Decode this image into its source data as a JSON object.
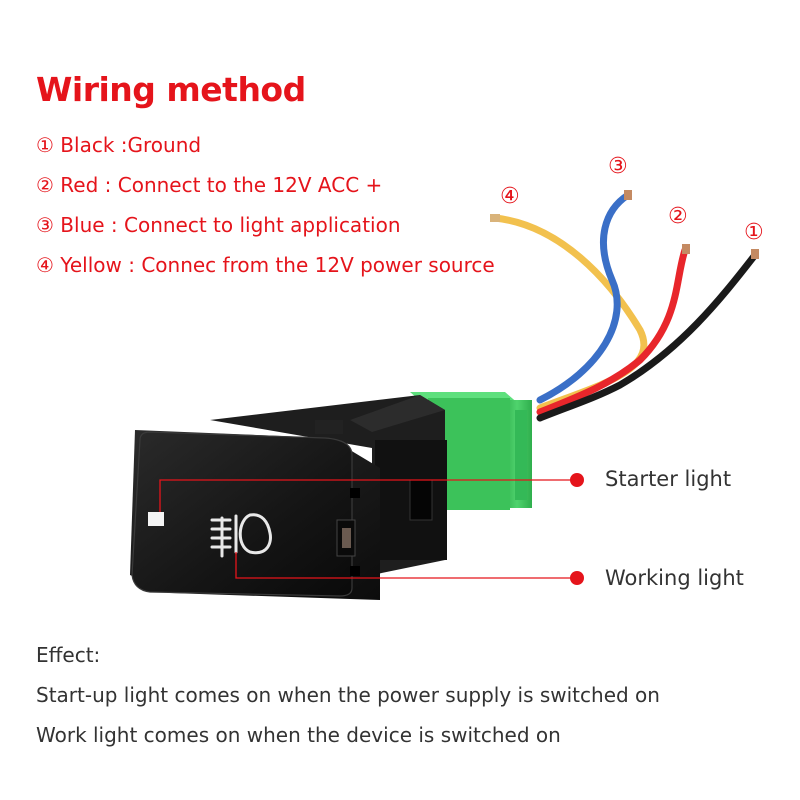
{
  "title": "Wiring method",
  "legend": [
    {
      "num": "①",
      "text": "Black :Ground"
    },
    {
      "num": "②",
      "text": "Red : Connect to the 12V ACC +"
    },
    {
      "num": "③",
      "text": "Blue : Connect to light application"
    },
    {
      "num": "④",
      "text": "Yellow : Connec from the 12V power source"
    }
  ],
  "wire_numbers": {
    "one": "①",
    "two": "②",
    "three": "③",
    "four": "④"
  },
  "callouts": {
    "starter": "Starter light",
    "working": "Working light"
  },
  "effect": {
    "heading": "Effect:",
    "line1": "Start-up light comes on when the power supply is switched on",
    "line2": "Work light comes on when the device is switched on"
  },
  "colors": {
    "accent_red": "#e5141b",
    "wire_black": "#1a1a1a",
    "wire_red": "#e8262b",
    "wire_blue": "#3a6fc7",
    "wire_yellow": "#f2c14e",
    "connector_green": "#3cc25a"
  },
  "icons": {
    "switch_symbol": "fog-light-icon"
  }
}
